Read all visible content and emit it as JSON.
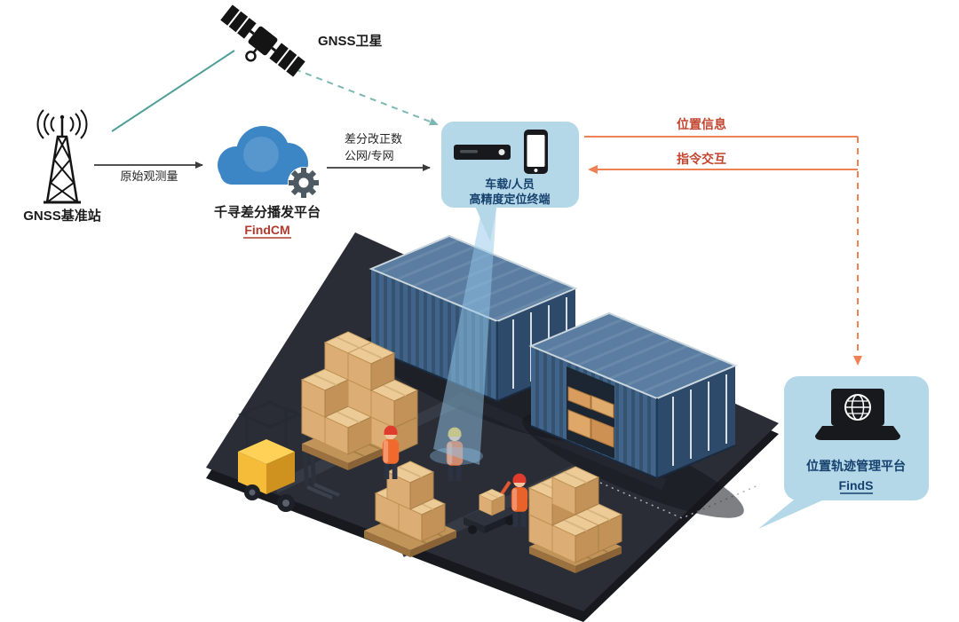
{
  "colors": {
    "background": "#ffffff",
    "teal_line": "#4f9e97",
    "teal_dashed": "#7cb8b1",
    "dark_arrow": "#3a3a3a",
    "orange_line": "#ef8254",
    "orange_label": "#c2442e",
    "panel_fill": "#b5d8e9",
    "panel_text": "#16416d",
    "cloud_blue": "#3c86c6",
    "gear_gray": "#4e5a63",
    "findcm_red": "#b03a2e",
    "floor_dark": "#2a2d36",
    "container_blue": "#41658a",
    "container_dark_blue": "#2d4a6b",
    "cargo_tan": "#dcae76",
    "forklift_yellow": "#f5bc3a",
    "beam_blue": "#93c7ea"
  },
  "icons": {
    "satellite": "satellite-icon",
    "base_station": "radio-tower-icon",
    "cloud": "cloud-gear-icon",
    "receiver": "receiver-box-icon",
    "phone": "smartphone-icon",
    "laptop": "laptop-globe-icon"
  },
  "nodes": {
    "satellite": {
      "label": "GNSS卫星"
    },
    "base_station": {
      "label": "GNSS基准站"
    },
    "cloud_platform": {
      "name": "千寻差分播发平台",
      "product": "FindCM"
    },
    "terminal": {
      "line1": "车载/人员",
      "line2": "高精度定位终端"
    },
    "management_platform": {
      "name": "位置轨迹管理平台",
      "product": "FindS"
    }
  },
  "flows": {
    "raw_observation": {
      "label": "原始观测量",
      "from": "GNSS基准站",
      "to": "千寻差分播发平台"
    },
    "correction": {
      "label_line1": "差分改正数",
      "label_line2": "公网/专网",
      "from": "千寻差分播发平台",
      "to": "高精度定位终端"
    },
    "position_info": {
      "label": "位置信息",
      "from": "高精度定位终端",
      "to": "位置轨迹管理平台"
    },
    "command": {
      "label": "指令交互",
      "from": "位置轨迹管理平台",
      "to": "高精度定位终端"
    }
  }
}
